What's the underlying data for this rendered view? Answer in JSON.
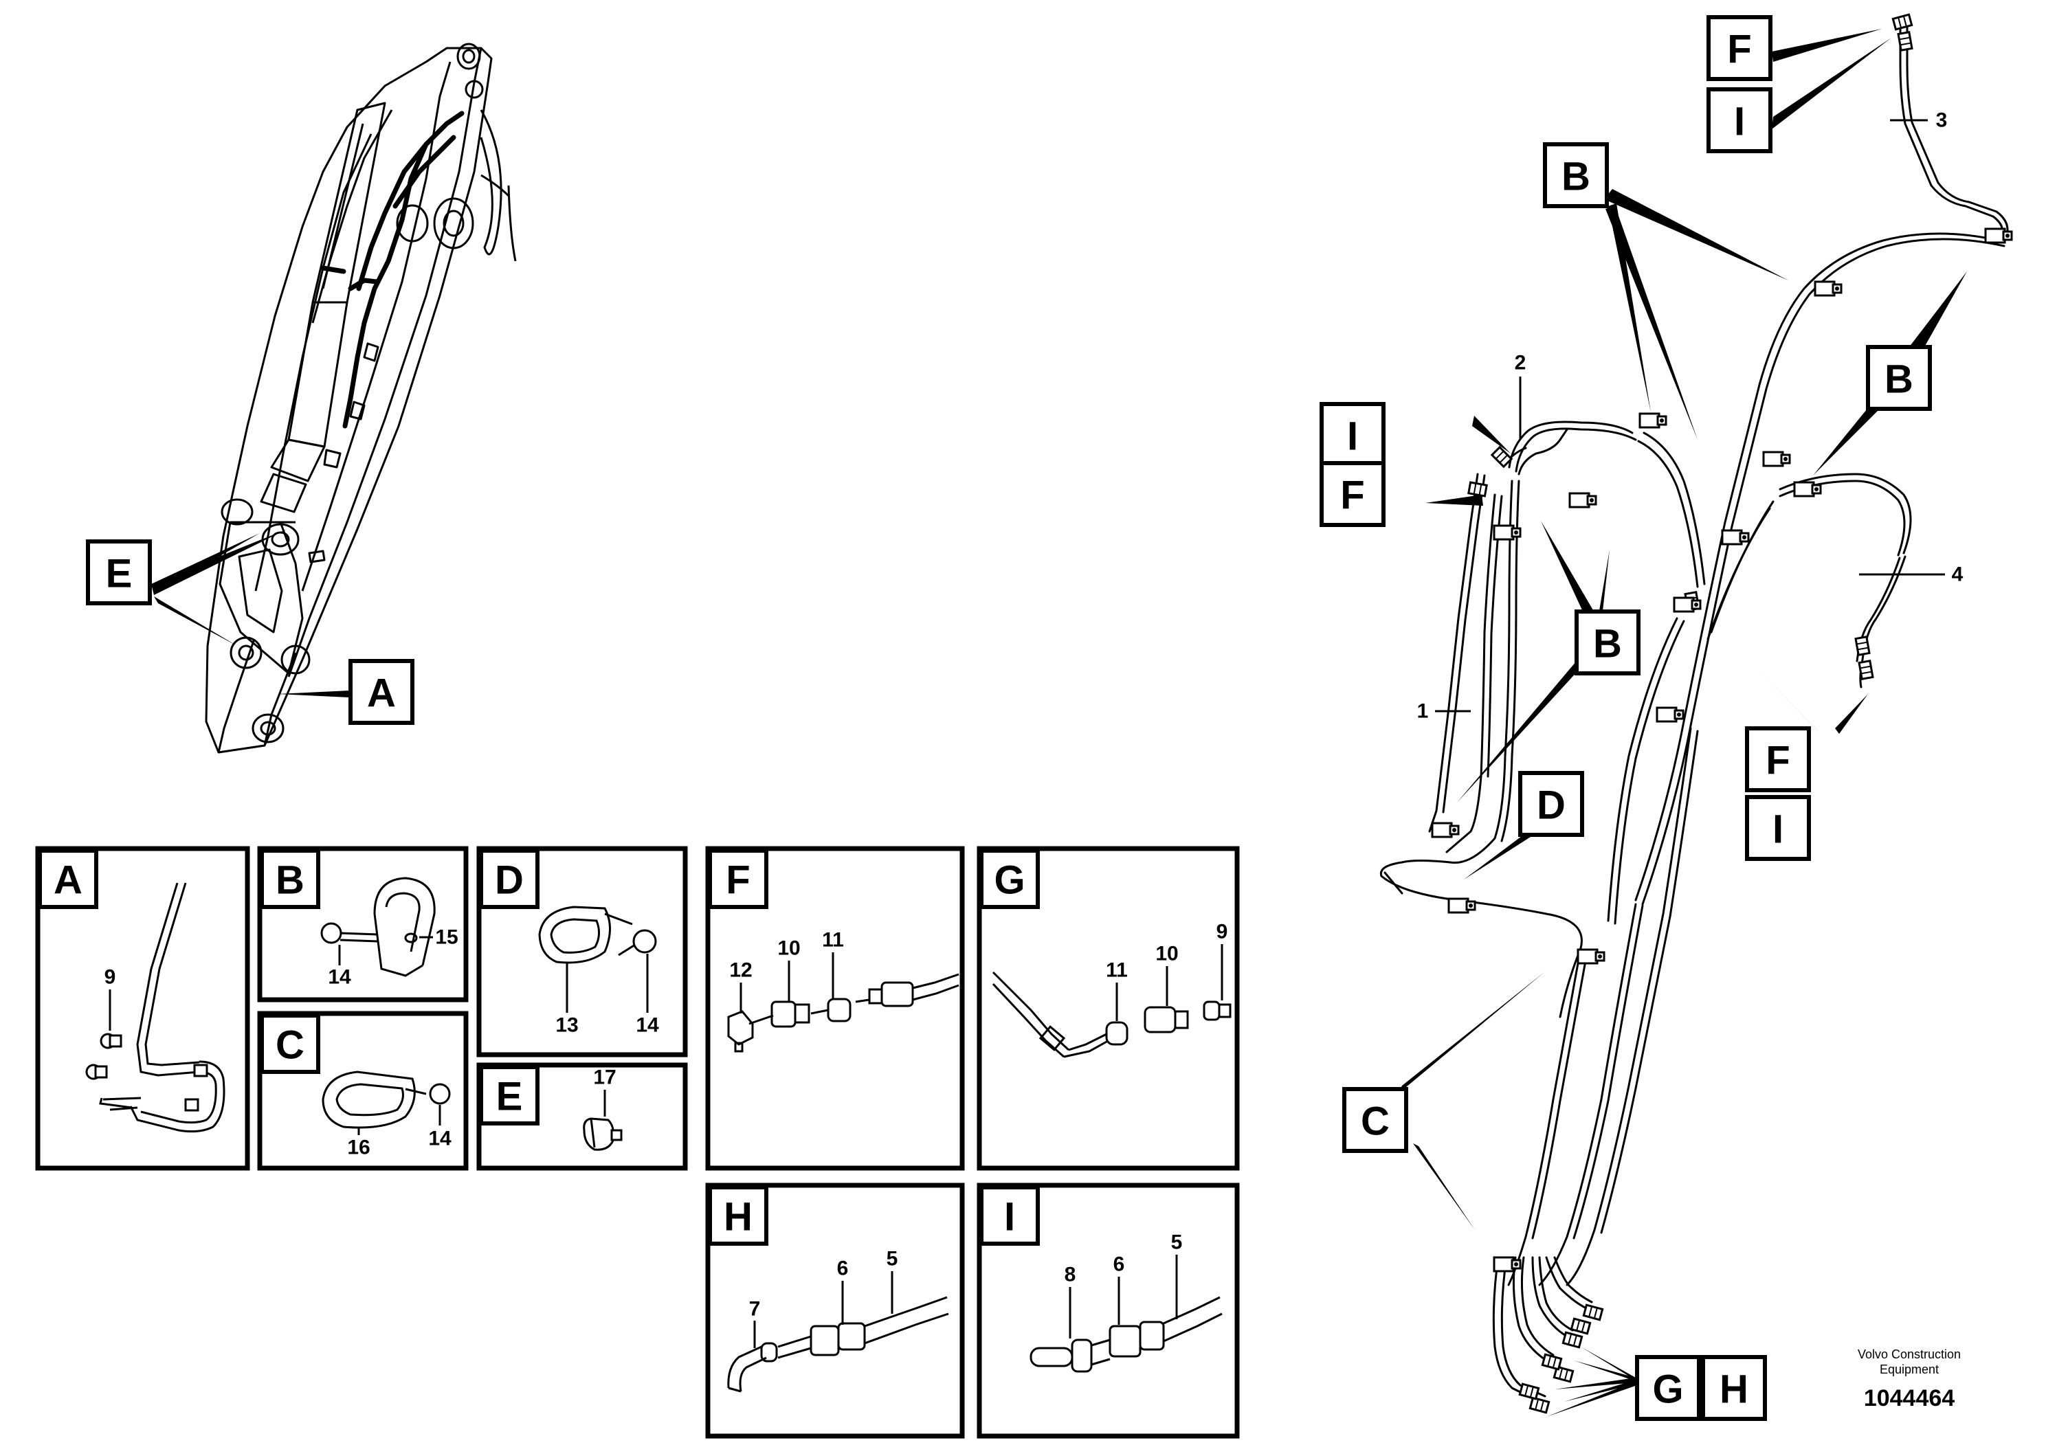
{
  "callout_letters": {
    "F": "F",
    "I": "I",
    "B": "B",
    "E": "E",
    "A": "A",
    "D": "D",
    "C": "C",
    "G": "G",
    "H": "H"
  },
  "item_numbers": {
    "n1": "1",
    "n2": "2",
    "n3": "3",
    "n4": "4",
    "n5": "5",
    "n6": "6",
    "n7": "7",
    "n8": "8",
    "n9": "9",
    "n10": "10",
    "n11": "11",
    "n12": "12",
    "n13": "13",
    "n14": "14",
    "n15": "15",
    "n16": "16",
    "n17": "17"
  },
  "detail_panels": [
    "A",
    "B",
    "C",
    "D",
    "E",
    "F",
    "G",
    "H",
    "I"
  ],
  "footer": {
    "brand_line1": "Volvo Construction",
    "brand_line2": "Equipment",
    "doc_number": "1044464"
  }
}
